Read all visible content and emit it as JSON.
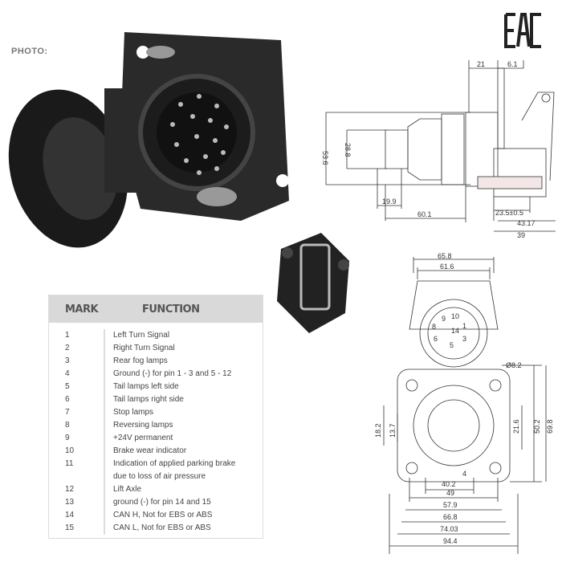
{
  "photo_label": "PHOTO:",
  "logo_text": "EAC",
  "table": {
    "headers": {
      "mark": "MARK",
      "function": "FUNCTION"
    },
    "rows": [
      {
        "mark": "1",
        "function": "Left Turn Signal"
      },
      {
        "mark": "2",
        "function": "Right Turn Signal"
      },
      {
        "mark": "3",
        "function": "Rear fog lamps"
      },
      {
        "mark": "4",
        "function": "Ground (-) for pin 1 - 3 and 5 - 12"
      },
      {
        "mark": "5",
        "function": "Tail lamps left side"
      },
      {
        "mark": "6",
        "function": "Tail lamps right side"
      },
      {
        "mark": "7",
        "function": "Stop lamps"
      },
      {
        "mark": "8",
        "function": "Reversing lamps"
      },
      {
        "mark": "9",
        "function": "+24V permanent"
      },
      {
        "mark": "10",
        "function": "Brake wear indicator"
      },
      {
        "mark": "11",
        "function": "Indication of applied parking brake"
      },
      {
        "mark": "",
        "function": "due to loss of air pressure"
      },
      {
        "mark": "12",
        "function": "Lift Axle"
      },
      {
        "mark": "13",
        "function": "ground (-) for pin 14 and 15"
      },
      {
        "mark": "14",
        "function": "CAN H, Not for EBS or ABS"
      },
      {
        "mark": "15",
        "function": "CAN L, Not for EBS or ABS"
      }
    ]
  },
  "side_view_dims": {
    "d21": "21",
    "d61": "6.1",
    "d536": "53.6",
    "d288": "28.8",
    "d199": "19.9",
    "d601": "60.1",
    "d235": "23.5±0.5",
    "d4317": "43.17",
    "d39": "39"
  },
  "front_view_dims": {
    "d658": "65.8",
    "d616": "61.6",
    "d82": "Ø8.2",
    "d182": "18.2",
    "d137": "13.7",
    "d216": "21.6",
    "d502": "50.2",
    "d698": "69.8",
    "d4": "4",
    "d402": "40.2",
    "d49": "49",
    "d579": "57.9",
    "d668": "66.8",
    "d7403": "74.03",
    "d944": "94.4"
  },
  "pin_numbers": [
    "1",
    "2",
    "3",
    "4",
    "5",
    "6",
    "7",
    "8",
    "9",
    "10",
    "11",
    "12",
    "13",
    "14",
    "15"
  ]
}
